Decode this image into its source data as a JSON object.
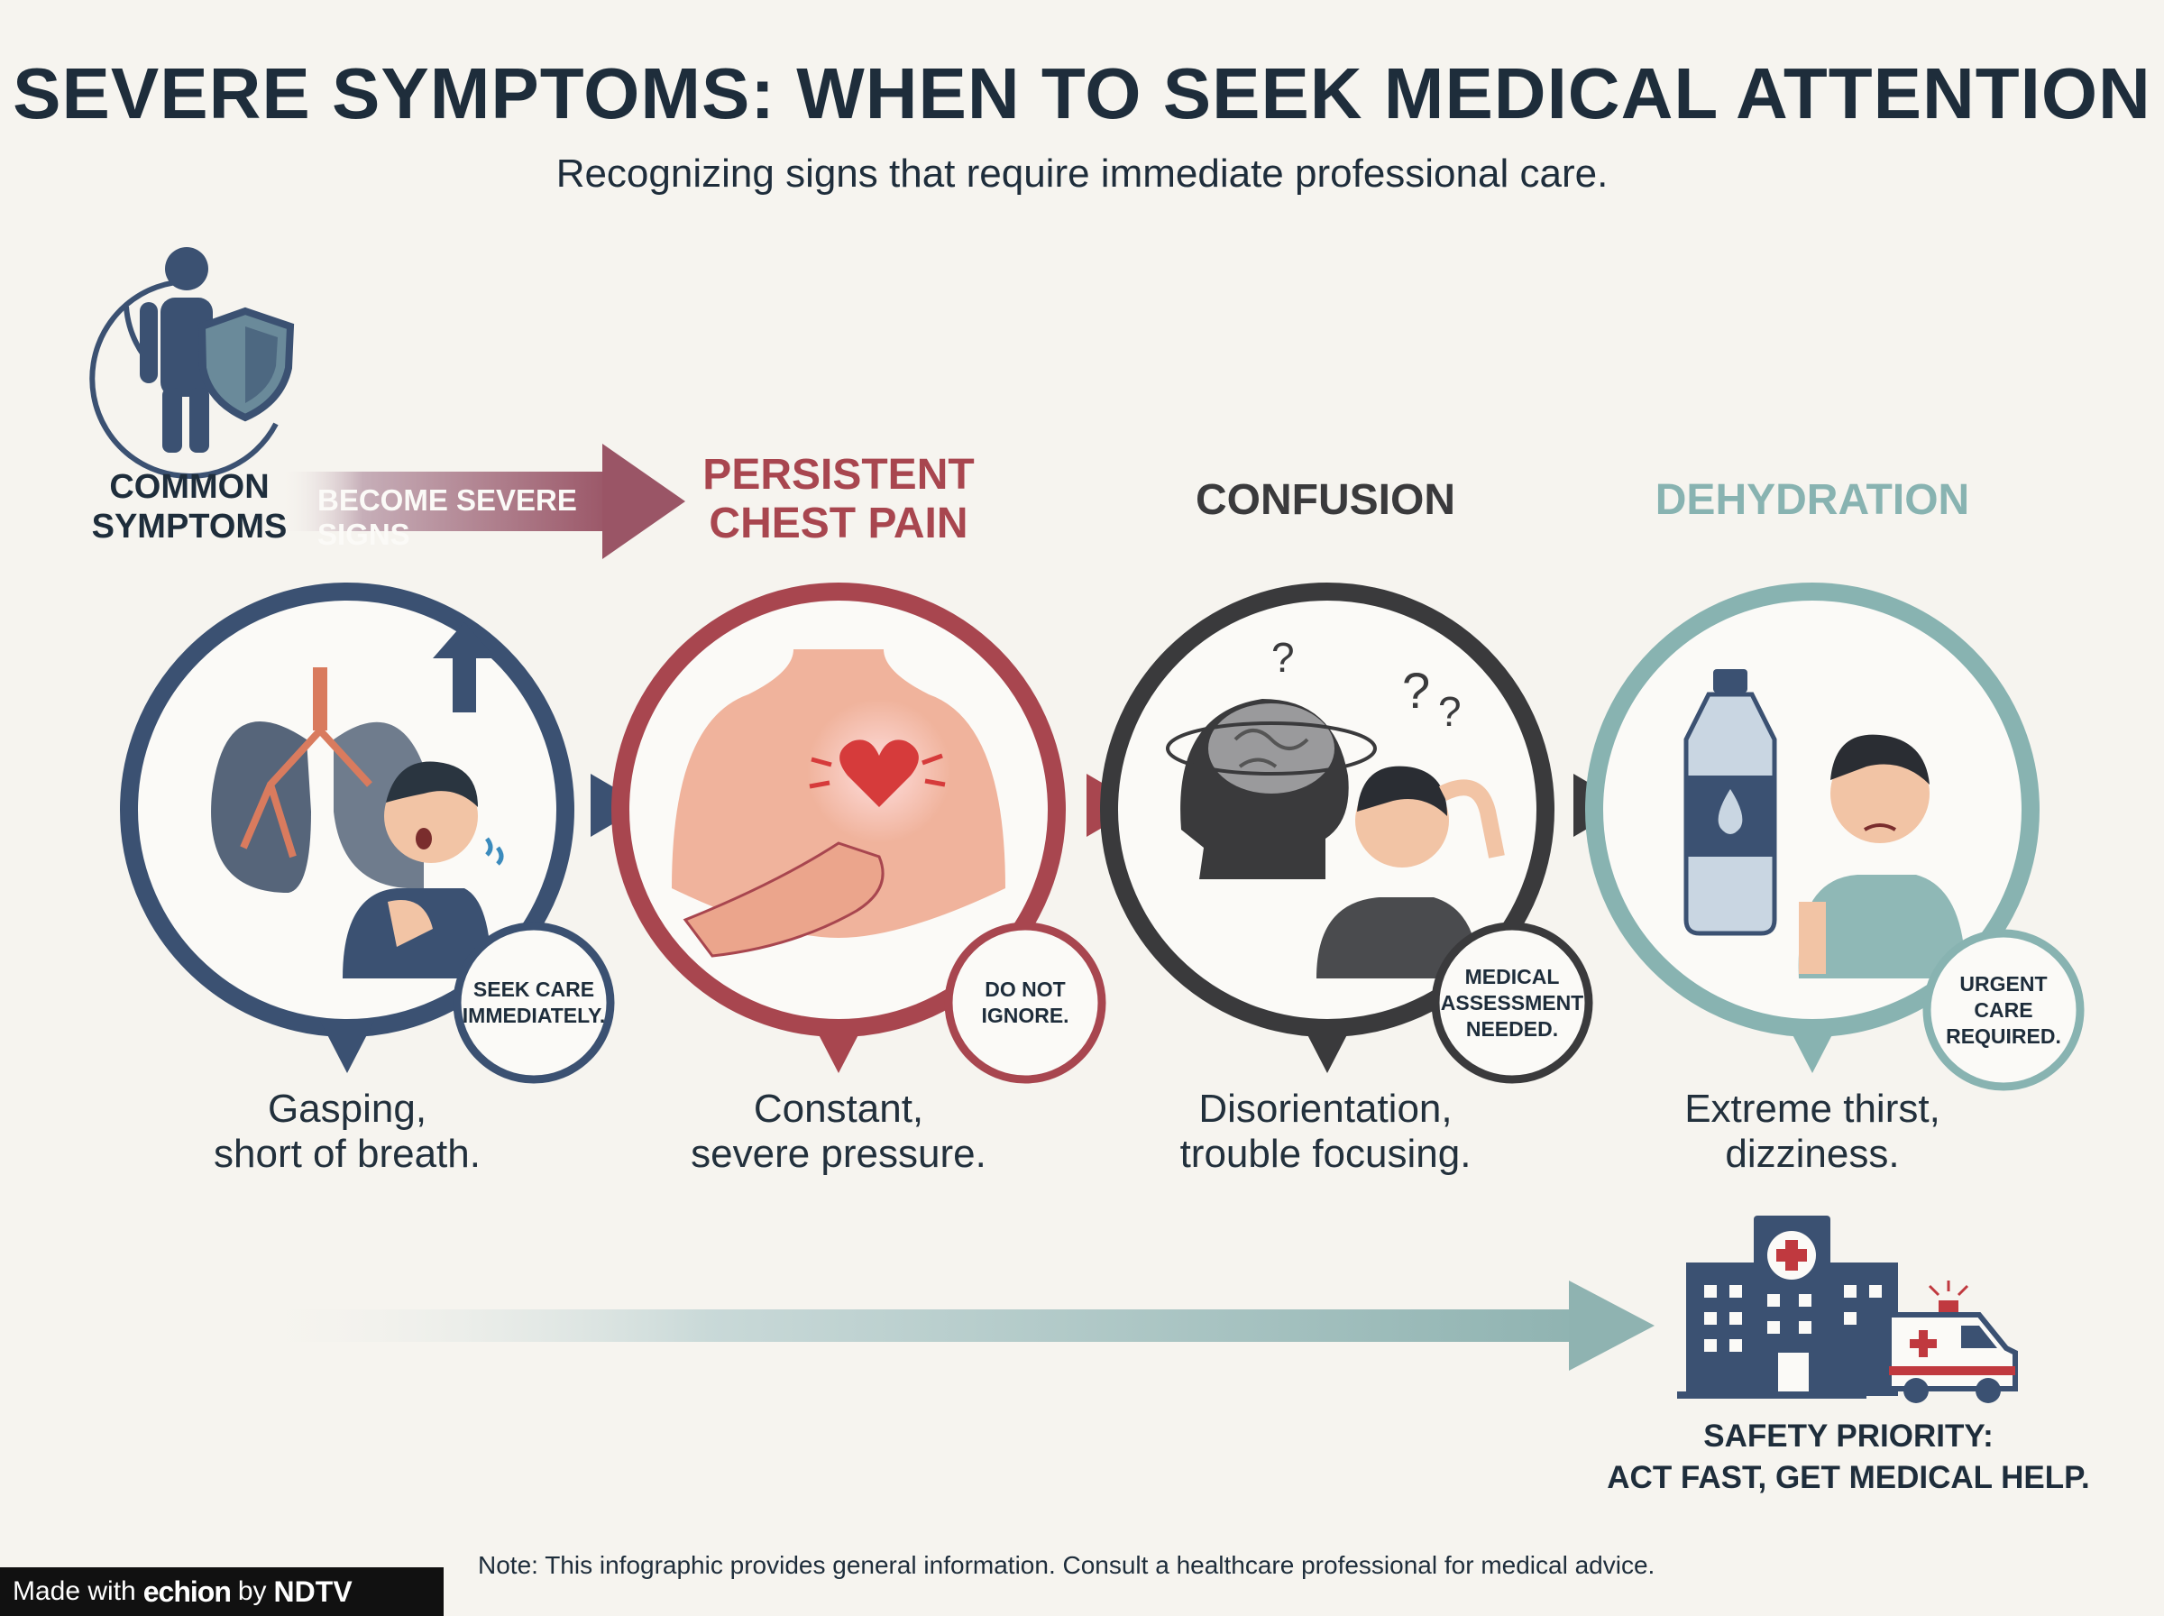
{
  "header": {
    "title": "SEVERE SYMPTOMS: WHEN TO SEEK MEDICAL ATTENTION",
    "subtitle": "Recognizing signs that require immediate professional care."
  },
  "intro": {
    "label_line1": "COMMON",
    "label_line2": "SYMPTOMS",
    "arrow_text": "BECOME SEVERE SIGNS"
  },
  "stages": [
    {
      "heading_line1": "",
      "heading_line2": "",
      "badge": "SEEK CARE\nIMMEDIATELY.",
      "caption_line1": "Gasping,",
      "caption_line2": "short of breath.",
      "color": "#3b5172"
    },
    {
      "heading_line1": "PERSISTENT",
      "heading_line2": "CHEST PAIN",
      "badge": "DO NOT\nIGNORE.",
      "caption_line1": "Constant,",
      "caption_line2": "severe pressure.",
      "color": "#a8464f"
    },
    {
      "heading_line1": "CONFUSION",
      "heading_line2": "",
      "badge": "MEDICAL\nASSESSMENT\nNEEDED.",
      "caption_line1": "Disorientation,",
      "caption_line2": "trouble focusing.",
      "color": "#3a3a3c"
    },
    {
      "heading_line1": "DEHYDRATION",
      "heading_line2": "",
      "badge": "URGENT\nCARE\nREQUIRED.",
      "caption_line1": "Extreme thirst,",
      "caption_line2": "dizziness.",
      "color": "#88b3b1"
    }
  ],
  "footer": {
    "safety_line1": "SAFETY PRIORITY:",
    "safety_line2": "ACT FAST, GET MEDICAL HELP.",
    "note": "Note: This infographic provides general information. Consult a healthcare professional for medical advice.",
    "credit_prefix": "Made with",
    "credit_brand": "echion",
    "credit_by": "by",
    "credit_org": "NDTV"
  },
  "icons": [
    "person-shield-icon",
    "lungs-icon",
    "chest-pain-icon",
    "confused-head-icon",
    "water-bottle-icon",
    "hospital-icon",
    "ambulance-icon"
  ]
}
